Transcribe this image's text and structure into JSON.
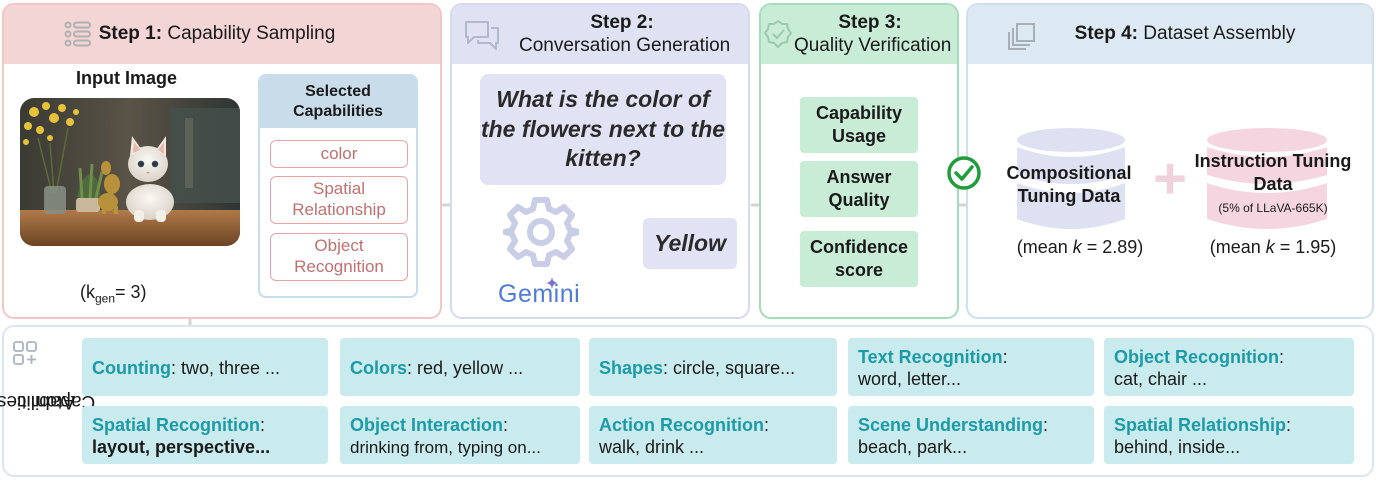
{
  "colors": {
    "step1": "#f4d5d5",
    "step2": "#dfe2f3",
    "step3": "#c8ecd6",
    "step4": "#dce9f3",
    "capability_chip_text": "#c0706f",
    "atomic_name": "#1d9aa6",
    "gemini": "#4f7cd6",
    "check": "#1f9d3c"
  },
  "step1": {
    "title_bold": "Step 1:",
    "title_rest": " Capability Sampling",
    "icon": "list-icon",
    "input_title": "Input Image",
    "kgen_prefix": "(k",
    "kgen_sub": "gen",
    "kgen_suffix": "= 3)",
    "selected_title": "Selected Capabilities",
    "selected": [
      "color",
      "Spatial Relationship",
      "Object Recognition"
    ]
  },
  "step2": {
    "title_bold": "Step 2:",
    "title_rest": " Conversation Generation",
    "icon": "chat-icon",
    "question": "What is the color of the flowers next to the kitten?",
    "answer": "Yellow",
    "model": "Gemini"
  },
  "step3": {
    "title_bold": "Step 3:",
    "title_rest": " Quality Verification",
    "icon": "verified-badge-icon",
    "checks": [
      "Capability Usage",
      "Answer Quality",
      "Confidence score"
    ]
  },
  "step4": {
    "title_bold": "Step 4:",
    "title_rest": " Dataset Assembly",
    "icon": "stack-icon",
    "compositional": "Compositional Tuning Data",
    "compositional_mean": "(mean k = 2.89)",
    "instruction": "Instruction Tuning Data",
    "instruction_sub": "(5% of LLaVA-665K)",
    "instruction_mean": "(mean k = 1.95)",
    "plus": "+"
  },
  "atomic": {
    "label_line1": "Atomic",
    "label_line2": "Capabilities",
    "icon": "capabilities-grid-icon",
    "items": [
      {
        "name": "Counting",
        "examples": "two, three ..."
      },
      {
        "name": "Colors",
        "examples": "red, yellow ..."
      },
      {
        "name": "Shapes",
        "examples": "circle, square..."
      },
      {
        "name": "Text Recognition",
        "examples": "word, letter..."
      },
      {
        "name": "Object Recognition",
        "examples": "cat, chair ..."
      },
      {
        "name": "Spatial Recognition",
        "examples": "layout, perspective..."
      },
      {
        "name": "Object Interaction",
        "examples": "drinking from, typing on..."
      },
      {
        "name": "Action Recognition",
        "examples": "walk, drink ..."
      },
      {
        "name": "Scene Understanding",
        "examples": "beach, park..."
      },
      {
        "name": "Spatial Relationship",
        "examples": "behind, inside..."
      }
    ]
  }
}
